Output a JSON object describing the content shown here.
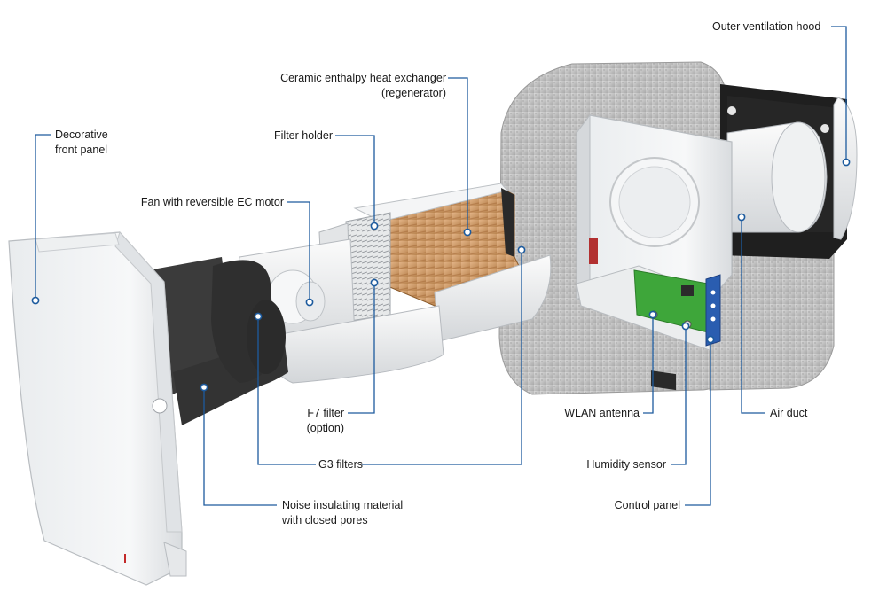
{
  "colors": {
    "leader": "#1d5b9e",
    "concrete": "#c9c9c9",
    "white_plastic": "#f2f3f4",
    "foam": "#3b3b3b",
    "regenerator": "#d9a878",
    "pcb": "#3ea63a",
    "control_panel": "#2a5db0",
    "hood_back": "#1c1c1c"
  },
  "labels": {
    "outer_hood": "Outer ventilation hood",
    "ceramic": "Ceramic enthalpy heat exchanger\n(regenerator)",
    "decorative": "Decorative\nfront panel",
    "filter_holder": "Filter holder",
    "fan": "Fan with reversible EC motor",
    "f7": "F7 filter\n(option)",
    "g3": "G3 filters",
    "noise": "Noise insulating material\nwith closed pores",
    "wlan": "WLAN antenna",
    "humidity": "Humidity sensor",
    "control": "Control panel",
    "air_duct": "Air duct"
  }
}
